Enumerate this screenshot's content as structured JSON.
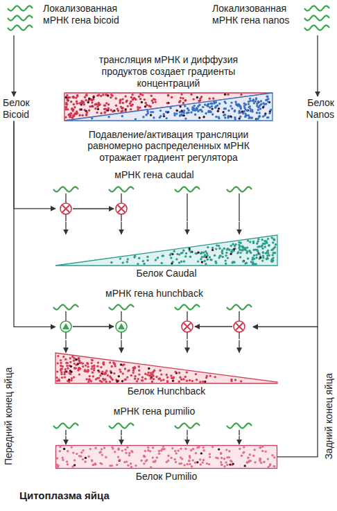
{
  "diagram": {
    "nodes": [
      {
        "text": [
          "Локализованная мРНК гена bicoid"
        ]
      },
      {
        "text": [
          "Локализованная мРНК гена nanos"
        ]
      },
      {
        "text": [
          "трансляция мРНК и диффузия продуктов создает градиенты концентраций"
        ]
      },
      {
        "text": [
          "Белок Bicoid"
        ]
      },
      {
        "text": [
          "Белок Nanos"
        ]
      },
      {
        "text": [
          "мРНК гена caudal"
        ]
      },
      {
        "text": [
          "Белок Caudal"
        ]
      },
      {
        "text": [
          "мРНК гена hunchback"
        ]
      },
      {
        "text": [
          "Белок Hunchback"
        ]
      },
      {
        "text": [
          "мРНК гена pumilio"
        ]
      },
      {
        "text": [
          "Белок Pumilio"
        ]
      }
    ],
    "edges": [
      {
        "from": 0,
        "to": 3,
        "arrow": "to"
      },
      {
        "from": 1,
        "to": 4,
        "arrow": "to"
      },
      {
        "from": 3,
        "to": 5,
        "arrow": "to"
      },
      {
        "from": 3,
        "to": 7,
        "arrow": "to"
      },
      {
        "from": 4,
        "to": 7,
        "arrow": "to"
      },
      {
        "from": 10,
        "to": 7,
        "arrow": "to"
      },
      {
        "from": 5,
        "to": 6,
        "arrow": "to"
      },
      {
        "from": 7,
        "to": 8,
        "arrow": "to"
      },
      {
        "from": 9,
        "to": 10,
        "arrow": "to"
      }
    ],
    "labels": [
      "Подавление/активация трансляции равномерно распределенных мРНК отражает градиент регулятора",
      "Передний конец яйца",
      "Задний конец яйца",
      "Цитоплазма яйца"
    ]
  }
}
